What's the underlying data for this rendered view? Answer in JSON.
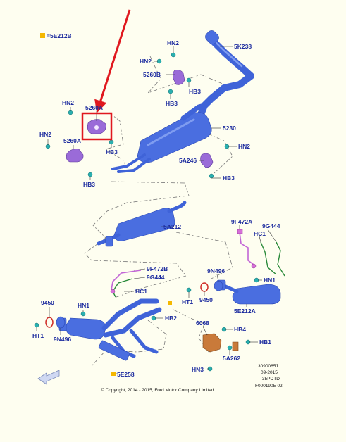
{
  "legend": {
    "swatch_color": "#f5b800",
    "code": "=5E212B"
  },
  "labels": {
    "hn2_top": "HN2",
    "hn2_left_top": "HN2",
    "5k238": "5K238",
    "5260b": "5260B",
    "hb3_right_top": "HB3",
    "hb3_top": "HB3",
    "hn2_a": "HN2",
    "5260a_boxed": "5260A",
    "hn2_b": "HN2",
    "5260a": "5260A",
    "hb3_mid": "HB3",
    "hb3_left": "HB3",
    "5230": "5230",
    "hn2_right": "HN2",
    "5a246": "5A246",
    "hb3_right": "HB3",
    "5a212": "5A212",
    "9f472a": "9F472A",
    "9g444_right": "9G444",
    "hc1_right": "HC1",
    "9f472b": "9F472B",
    "9g444_left": "9G444",
    "hc1_left": "HC1",
    "9n496_right": "9N496",
    "hn1_right": "HN1",
    "ht1_right": "HT1",
    "9450_right": "9450",
    "5e212a": "5E212A",
    "9450_left": "9450",
    "hn1_left": "HN1",
    "hb2": "HB2",
    "ht1_left": "HT1",
    "9n496_left": "9N496",
    "6068": "6068",
    "hb4": "HB4",
    "hb1": "HB1",
    "5a262": "5A262",
    "hn3": "HN3",
    "5e258": "5E258"
  },
  "copyright": "© Copyright, 2014 - 2015, Ford Motor Company Limited",
  "doc_ref": {
    "line1": "3090065J",
    "line2": "09-2015",
    "line3": "35PDTD",
    "line4": "F0001905-02"
  },
  "colors": {
    "highlight": "#e0181e",
    "part_blue": "#4a6ee0",
    "label_blue": "#1b2a9e"
  }
}
